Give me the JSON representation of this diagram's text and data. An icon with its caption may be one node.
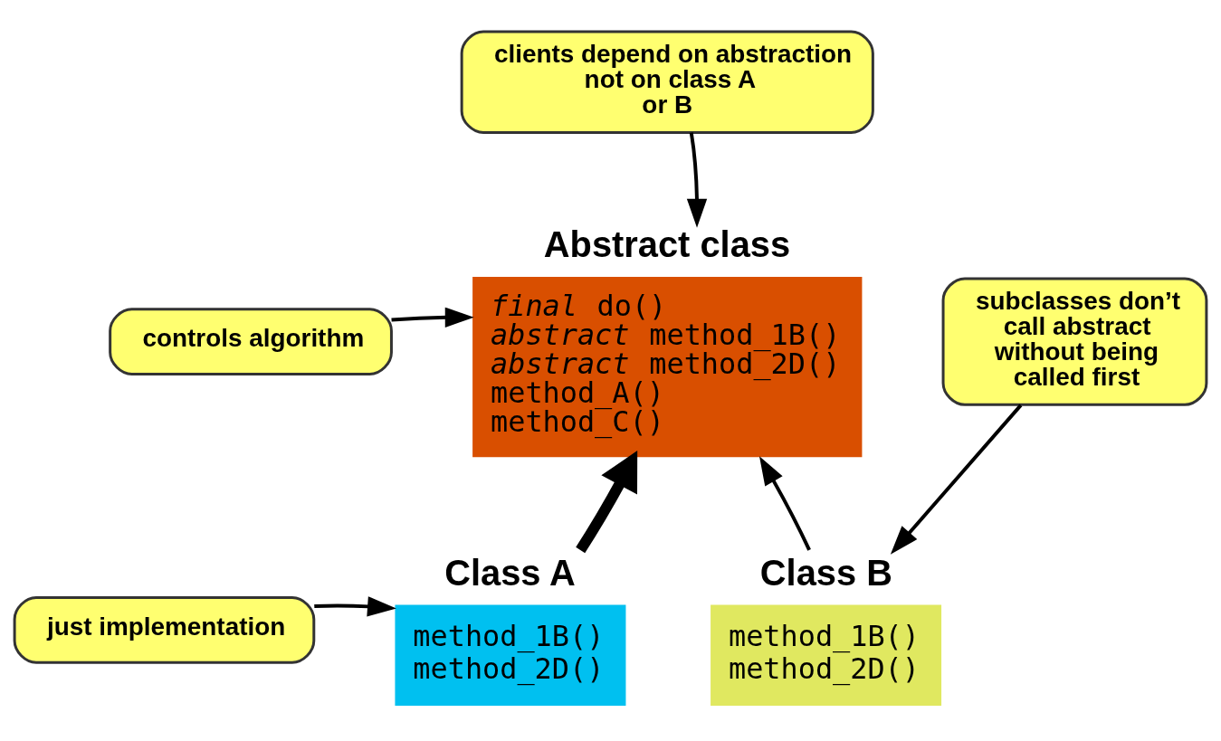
{
  "diagram": {
    "nodes": [
      {
        "text": [
          "clients depend on abstraction not on class A or B"
        ]
      },
      {
        "text": [
          "Abstract class",
          "*final* do()",
          "*abstract* method_1B()",
          "*abstract* method_2D()",
          "method_A()",
          "method_C()"
        ]
      },
      {
        "text": [
          "controls algorithm"
        ]
      },
      {
        "text": [
          "subclasses don’t call abstract without being called first"
        ]
      },
      {
        "text": [
          "Class A",
          "method_1B()",
          "method_2D()"
        ]
      },
      {
        "text": [
          "just implementation"
        ]
      },
      {
        "text": [
          "Class B",
          "method_1B()",
          "method_2D()"
        ]
      }
    ],
    "edges": [
      {
        "from": 0,
        "to": 1,
        "arrow": "to"
      },
      {
        "from": 2,
        "to": 1,
        "arrow": "to"
      },
      {
        "from": 4,
        "to": 1,
        "arrow": "to",
        "style": "thick"
      },
      {
        "from": 6,
        "to": 1,
        "arrow": "to"
      },
      {
        "from": 3,
        "to": 6,
        "arrow": "to"
      },
      {
        "from": 5,
        "to": 4,
        "arrow": "to"
      }
    ]
  }
}
